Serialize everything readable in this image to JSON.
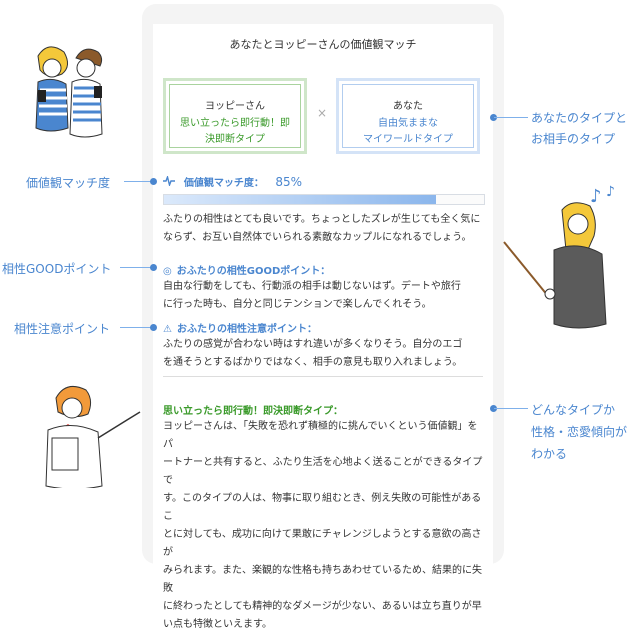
{
  "card": {
    "title": "あなたとヨッピーさんの価値観マッチ",
    "partner": {
      "name": "ヨッピーさん",
      "type_lines": [
        "思い立ったら即行動！即",
        "決即断タイプ"
      ]
    },
    "times": "×",
    "you": {
      "name": "あなた",
      "type_lines": [
        "自由気ままな",
        "マイワールドタイプ"
      ]
    },
    "match": {
      "label": "価値観マッチ度：",
      "value": "85%",
      "percent": 85
    },
    "match_text": [
      "ふたりの相性はとても良いです。ちょっとしたズレが生じても全く気に",
      "ならず、お互い自然体でいられる素敵なカップルになれるでしょう。"
    ],
    "good": {
      "head": "おふたりの相性GOODポイント：",
      "text": [
        "自由な行動をしても、行動派の相手は動じないはず。デートや旅行",
        "に行った時も、自分と同じテンションで楽しんでくれそう。"
      ]
    },
    "warn": {
      "head": "おふたりの相性注意ポイント：",
      "text": [
        "ふたりの感覚が合わない時はすれ違いが多くなりそう。自分のエゴ",
        "を通そうとするばかりではなく、相手の意見も取り入れましょう。"
      ]
    },
    "type_desc": {
      "head": "思い立ったら即行動！即決即断タイプ：",
      "text": [
        "ヨッピーさんは、「失敗を恐れず積極的に挑んでいくという価値観」をパ",
        "ートナーと共有すると、ふたり生活を心地よく送ることができるタイプで",
        "す。このタイプの人は、物事に取り組むとき、例え失敗の可能性があるこ",
        "とに対しても、成功に向けて果敢にチャレンジしようとする意欲の高さが",
        "みられます。また、楽観的な性格も持ちあわせているため、結果的に失敗",
        "に終わったとしても精神的なダメージが少ない、あるいは立ち直りが早",
        "い点も特徴といえます。"
      ]
    }
  },
  "annotations": {
    "types": [
      "あなたのタイプと",
      "お相手のタイプ"
    ],
    "match": "価値観マッチ度",
    "good": "相性GOODポイント",
    "warn": "相性注意ポイント",
    "tendency": [
      "どんなタイプか",
      "性格・恋愛傾向が",
      "わかる"
    ]
  },
  "icons": {
    "pulse": "pulse-icon",
    "good": "double-circle-icon",
    "warn": "warning-triangle-icon"
  },
  "colors": {
    "accent": "#4a86cf",
    "green": "#3a9a2a",
    "bar_fill": "#8bb6ec"
  }
}
